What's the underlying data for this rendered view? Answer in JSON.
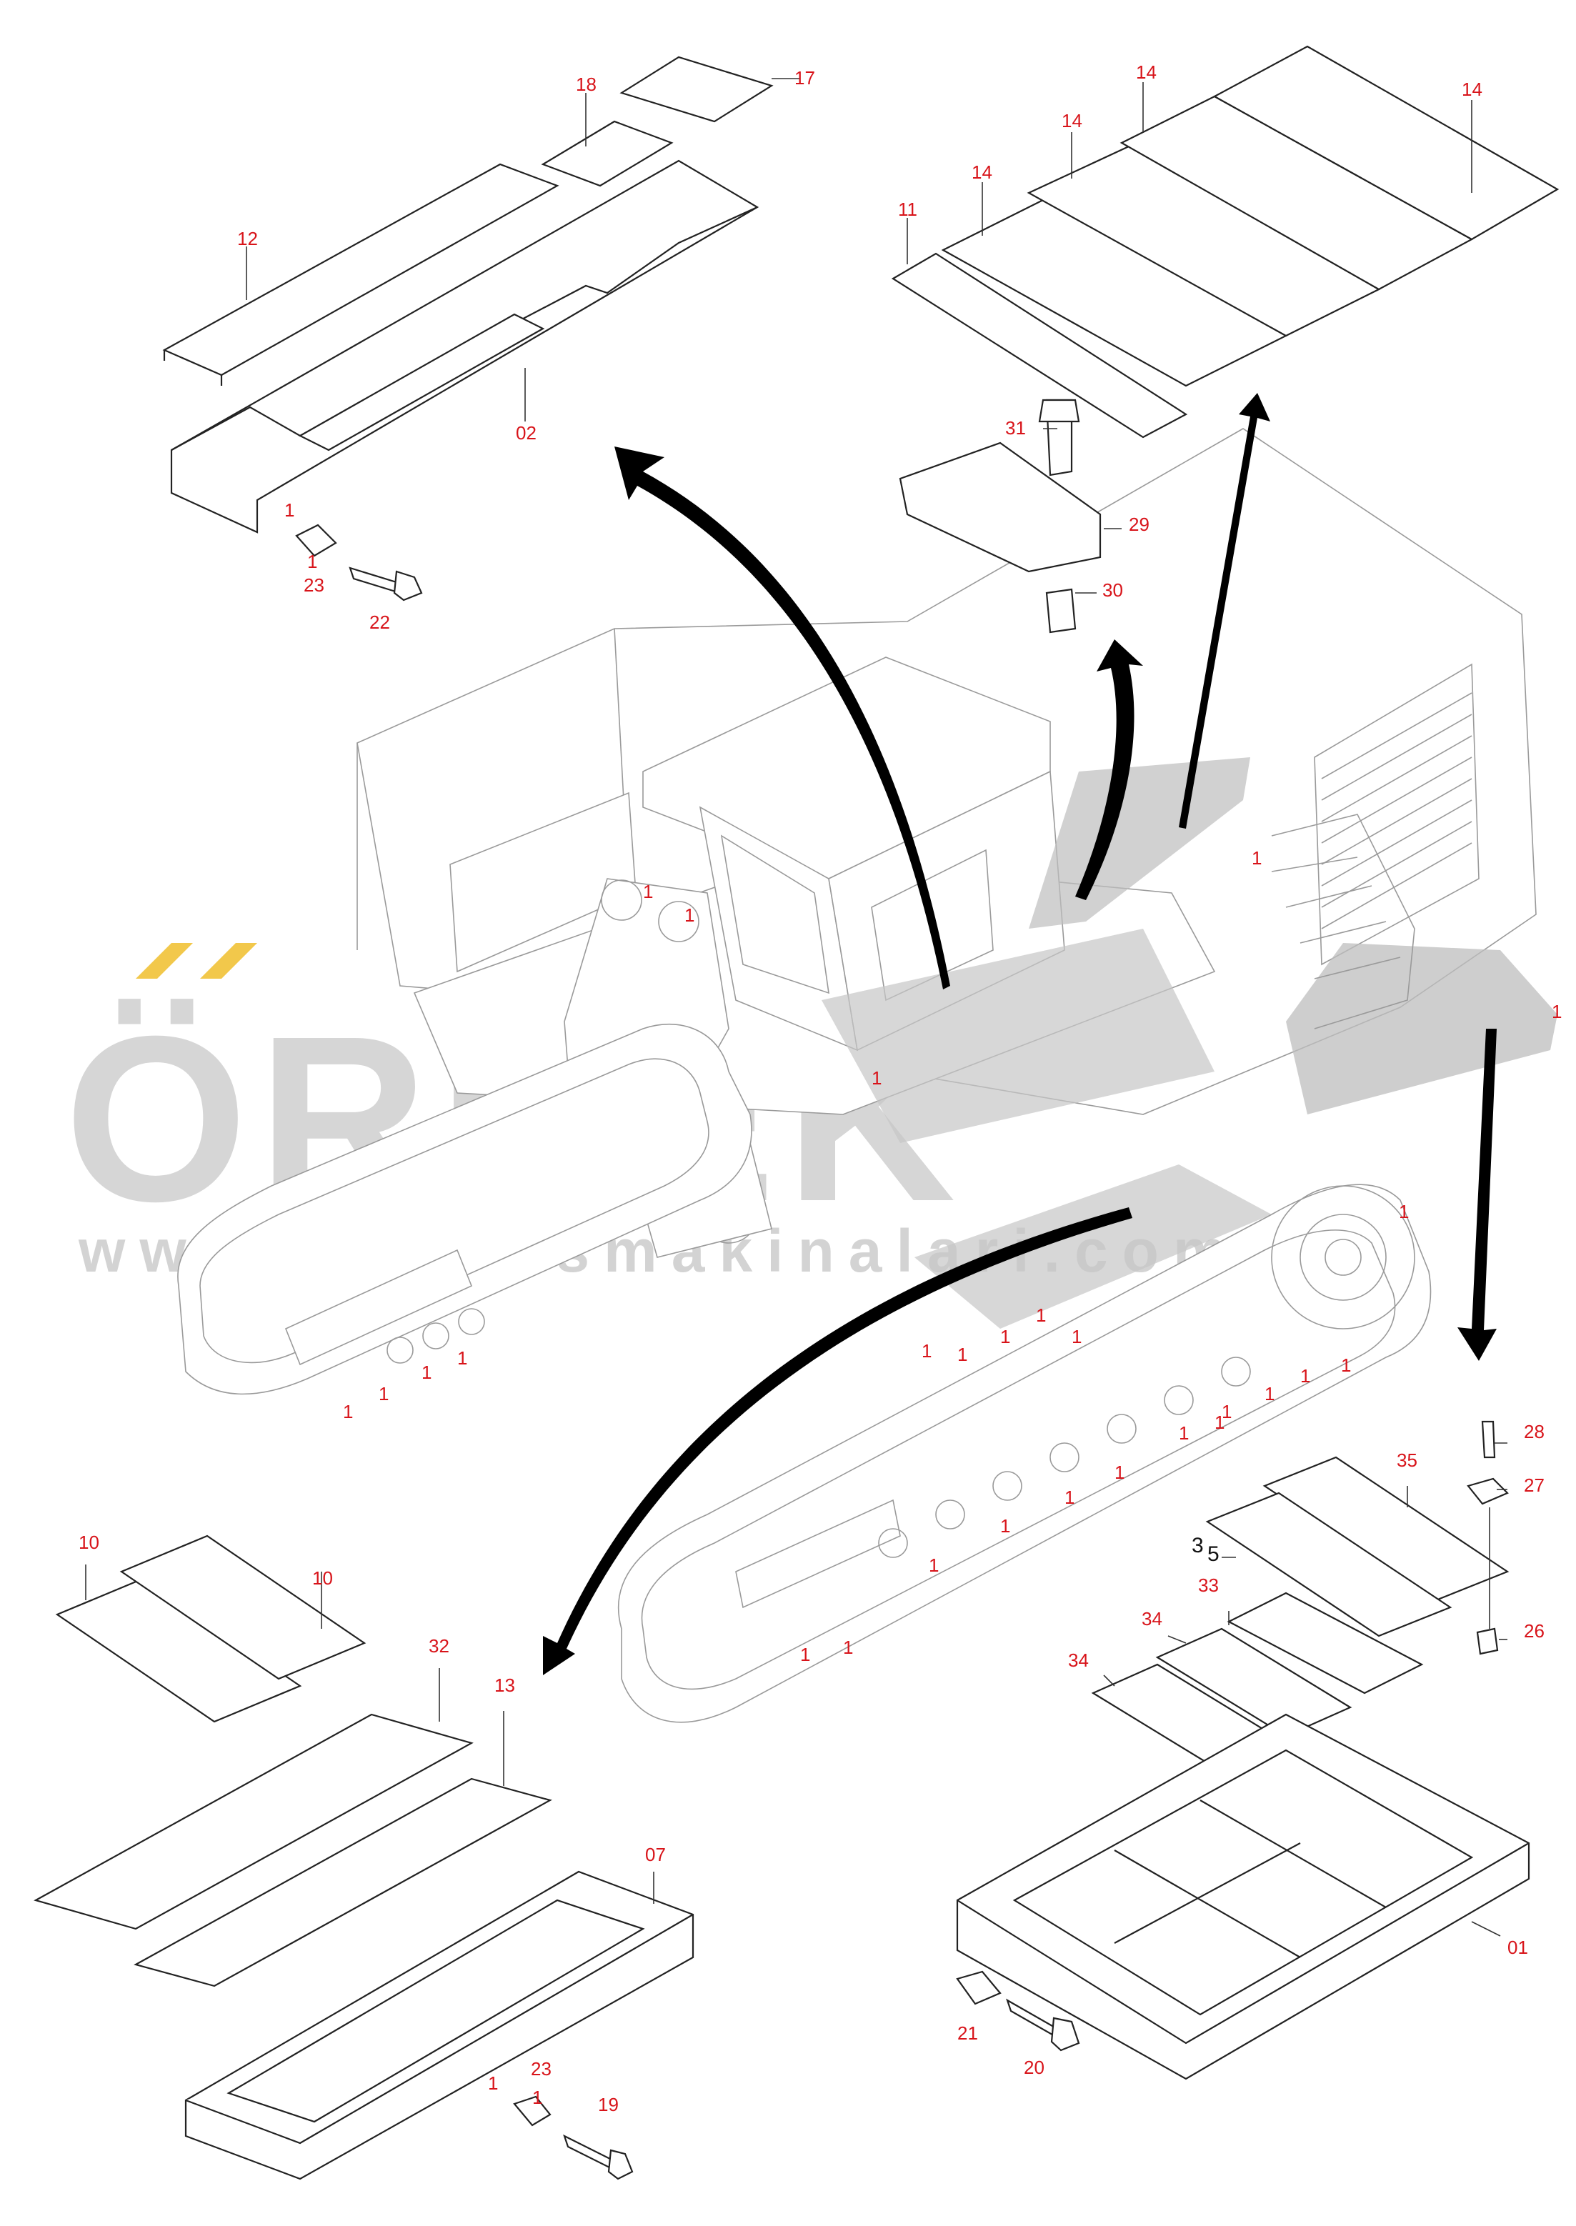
{
  "watermark": {
    "brand": "ÖRNEK",
    "url": "www.ornekismakinalari.com.tr"
  },
  "labels": {
    "l01": "01",
    "l02": "02",
    "l07": "07",
    "l10a": "10",
    "l10b": "10",
    "l11": "11",
    "l12": "12",
    "l13": "13",
    "l14a": "14",
    "l14b": "14",
    "l14c": "14",
    "l14d": "14",
    "l17": "17",
    "l18": "18",
    "l19": "19",
    "l20": "20",
    "l21": "21",
    "l22": "22",
    "l23a": "23",
    "l23b": "23",
    "l26": "26",
    "l27": "27",
    "l28": "28",
    "l29": "29",
    "l30": "30",
    "l31": "31",
    "l32": "32",
    "l33": "33",
    "l34a": "34",
    "l34b": "34",
    "l35": "35",
    "l35split_a": "3",
    "l35split_b": "5",
    "l1": "1"
  },
  "colors": {
    "callout": "#d8141a",
    "line": "#222222",
    "ghost": "#9a9a9a",
    "watermark": "#cfcfcf",
    "watermark_accent": "#f2c84b"
  }
}
